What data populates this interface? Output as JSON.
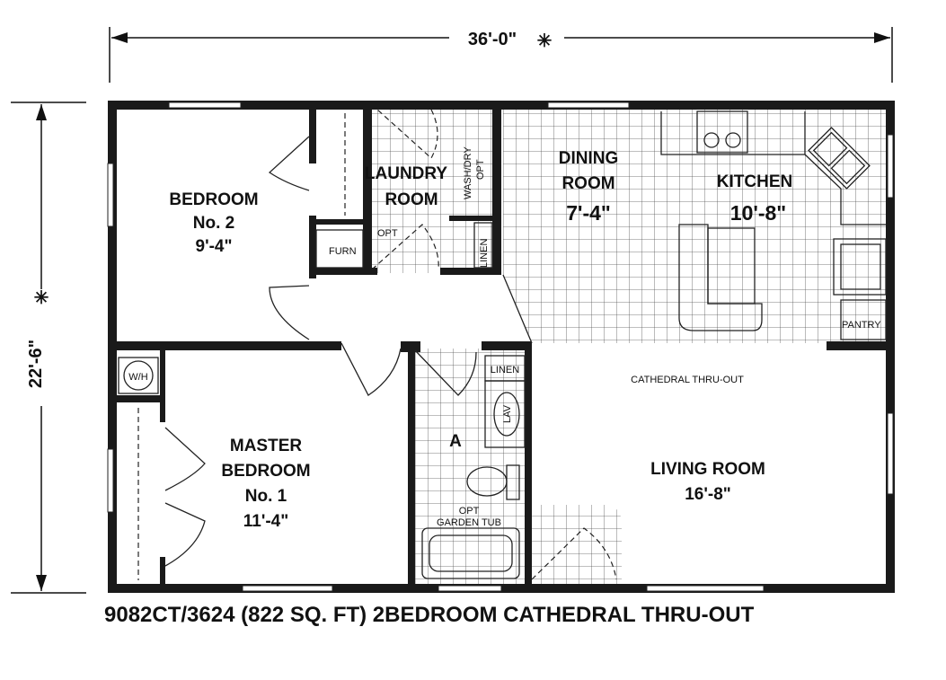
{
  "dimensions": {
    "width_label": "36'-0\"",
    "width_marker": "✳",
    "depth_label": "22'-6\"",
    "depth_marker": "✳"
  },
  "rooms": {
    "bedroom2": {
      "name_line1": "BEDROOM",
      "name_line2": "No. 2",
      "size": "9'-4\""
    },
    "laundry": {
      "name_line1": "LAUNDRY",
      "name_line2": "ROOM"
    },
    "dining": {
      "name_line1": "DINING",
      "name_line2": "ROOM",
      "size": "7'-4\""
    },
    "kitchen": {
      "name": "KITCHEN",
      "size": "10'-8\""
    },
    "master": {
      "name_line1": "MASTER",
      "name_line2": "BEDROOM",
      "name_line3": "No. 1",
      "size": "11'-4\""
    },
    "living": {
      "name": "LIVING ROOM",
      "size": "16'-8\""
    },
    "bath": {
      "name": "A"
    }
  },
  "labels": {
    "wash_dry_1": "WASH/DRY",
    "wash_dry_2": "OPT",
    "opt_furnace": "OPT",
    "furn": "FURN",
    "linen_laundry": "LINEN",
    "linen_bath": "LINEN",
    "lav": "LAV",
    "wh": "W/H",
    "pantry": "PANTRY",
    "cathedral": "CATHEDRAL  THRU-OUT",
    "opt_tub": "OPT",
    "garden_tub": "GARDEN TUB"
  },
  "caption": "9082CT/3624 (822 SQ. FT) 2BEDROOM CATHEDRAL THRU-OUT"
}
